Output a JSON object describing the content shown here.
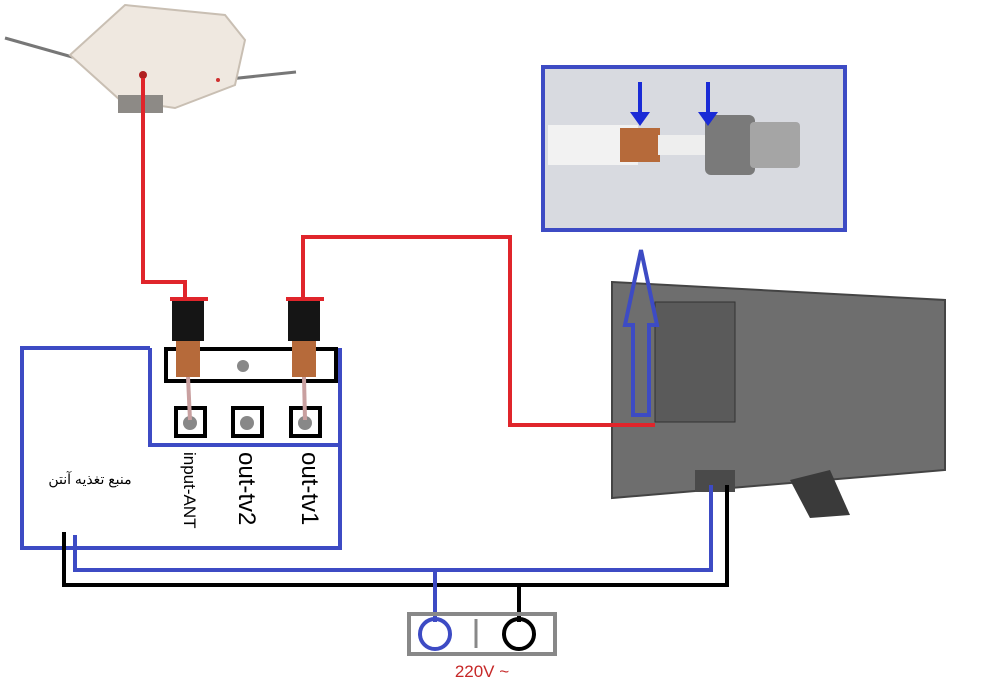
{
  "labels": {
    "power_supply": "منبع تغذیه آنتن",
    "input_ant": "input-ANT",
    "out_tv2": "out-tv2",
    "out_tv1": "out-tv1",
    "voltage": "220V ~"
  },
  "colors": {
    "coax_wire": "#e0252b",
    "blue_wire": "#3d4bc4",
    "black_wire": "#000000",
    "voltage_text": "#c62828",
    "outlet_frame": "#888888"
  }
}
